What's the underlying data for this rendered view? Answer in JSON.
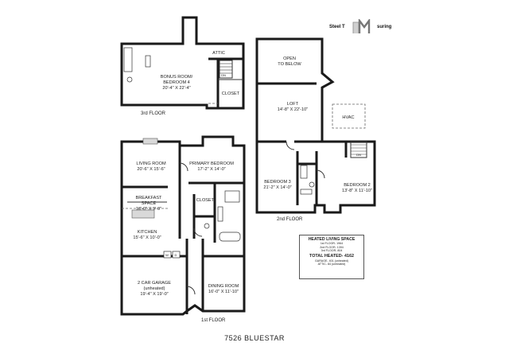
{
  "brand": {
    "name": "Steel T",
    "suffix": "suring"
  },
  "title": "7526 BLUESTAR",
  "floors": {
    "third": {
      "label": "3rd FLOOR",
      "rooms": {
        "bonus_name": "BONUS ROOM/",
        "bonus_name2": "BEDROOM 4",
        "bonus_dims": "20'-4\" X 22'-4\"",
        "attic": "ATTIC",
        "closet": "CLOSET",
        "dn": "DN"
      }
    },
    "first": {
      "label": "1st FLOOR",
      "rooms": {
        "living_name": "LIVING ROOM",
        "living_dims": "20'-6\" X 15'-6\"",
        "primary_name": "PRIMARY BEDROOM",
        "primary_dims": "17'-2\" X 14'-0\"",
        "breakfast_name": "BREAKFAST",
        "breakfast_name2": "SPACE",
        "breakfast_dims": "18'-0\" X 9'-0\"",
        "kitchen_name": "KITCHEN",
        "kitchen_dims": "15'-6\" X 10'-0\"",
        "closet": "CLOSET",
        "garage_name": "2 CAR GARAGE",
        "garage_note": "(unheated)",
        "garage_dims": "19'-4\" X 19'-0\"",
        "dining_name": "DINING ROOM",
        "dining_dims": "16'-0\" X 11'-10\"",
        "w": "W",
        "d": "D"
      }
    },
    "second": {
      "label": "2nd FLOOR",
      "rooms": {
        "open_name": "OPEN",
        "open_name2": "TO BELOW",
        "loft_name": "LOFT",
        "loft_dims": "14'-8\" X 22'-10\"",
        "hvac": "HVAC",
        "bed3_name": "BEDROOM 3",
        "bed3_dims": "21'-2\" X 14'-0\"",
        "bed2_name": "BEDROOM 2",
        "bed2_dims": "13'-8\" X 11'-10\"",
        "dn": "DN"
      }
    }
  },
  "summary": {
    "heading": "HEATED LIVING SPACE",
    "first": "1st FLOOR- 1964",
    "second": "2nd FLOOR- 1394",
    "third": "3rd FLOOR- 804",
    "total": "TOTAL HEATED- 4162",
    "garage": "GARAGE- 401 (unheated)",
    "attic": "ATTIC- 84 (unheated)"
  }
}
